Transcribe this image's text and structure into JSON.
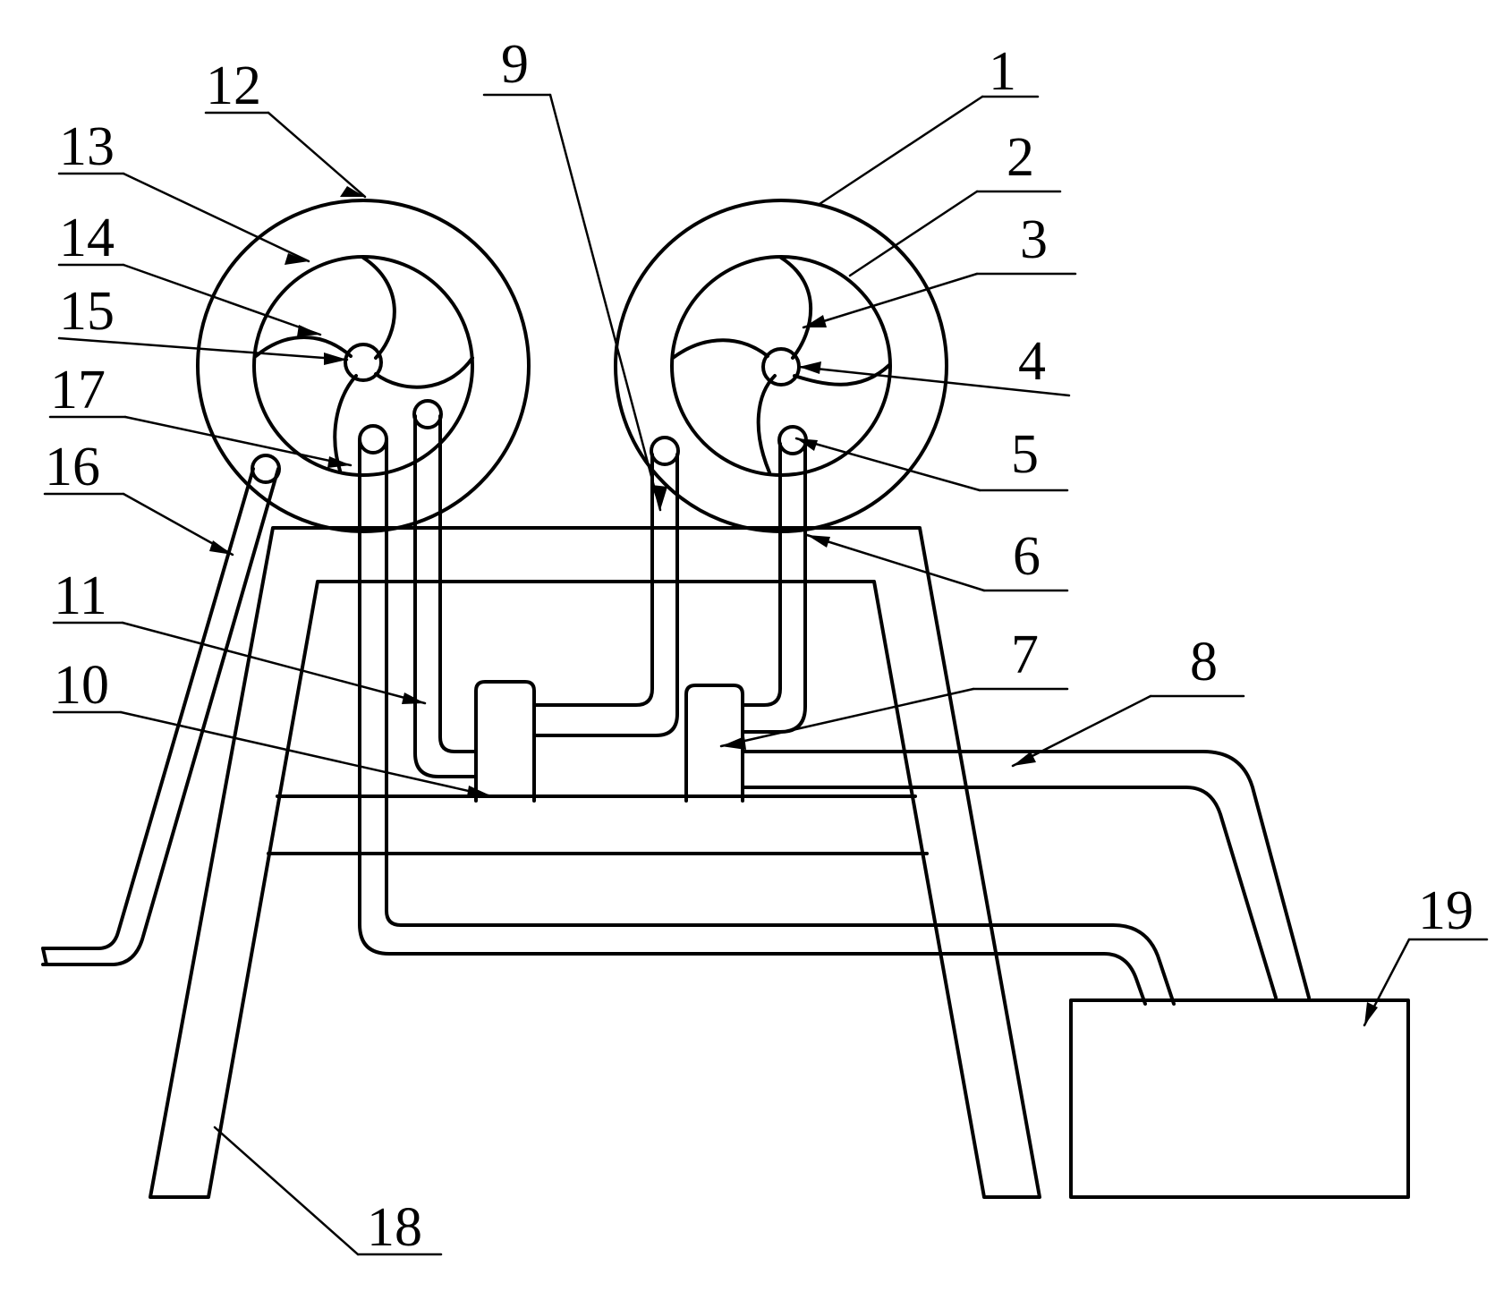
{
  "diagram": {
    "labels": {
      "l1": "1",
      "l2": "2",
      "l3": "3",
      "l4": "4",
      "l5": "5",
      "l6": "6",
      "l7": "7",
      "l8": "8",
      "l9": "9",
      "l10": "10",
      "l11": "11",
      "l12": "12",
      "l13": "13",
      "l14": "14",
      "l15": "15",
      "l16": "16",
      "l17": "17",
      "l18": "18",
      "l19": "19"
    }
  }
}
